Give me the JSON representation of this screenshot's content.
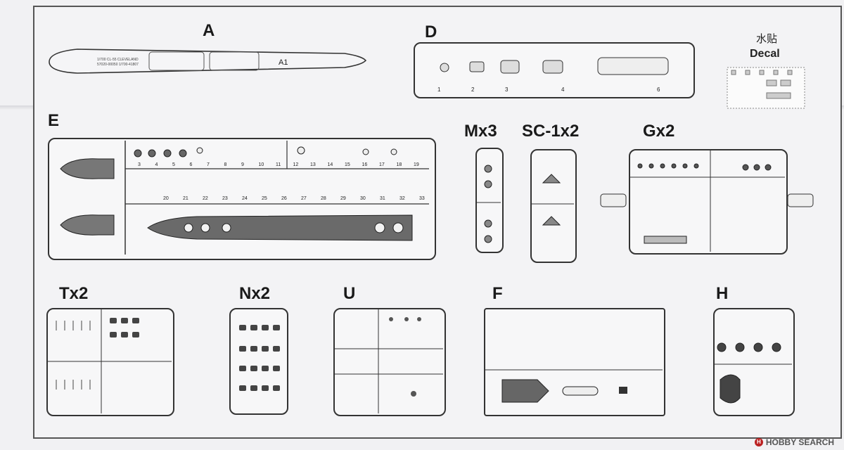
{
  "sprue_labels": {
    "a": "A",
    "d": "D",
    "e": "E",
    "m": "Mx3",
    "sc": "SC-1x2",
    "g": "Gx2",
    "t": "Tx2",
    "n": "Nx2",
    "u": "U",
    "f": "F",
    "h": "H"
  },
  "decal": {
    "cn": "水贴",
    "en": "Decal"
  },
  "hull_part": {
    "id": "A1",
    "text_1": "1/700 CL-55 CLEVELAND",
    "text_2": "57020-00050 1/700-41807"
  },
  "sprue_d_parts": [
    "1",
    "2",
    "3",
    "4",
    "6"
  ],
  "sprue_e_parts_top": [
    "3",
    "4",
    "5",
    "6",
    "7",
    "8",
    "9",
    "10",
    "11",
    "12",
    "13",
    "14",
    "15",
    "16",
    "17",
    "18",
    "19"
  ],
  "sprue_e_parts_mid": [
    "20",
    "21",
    "22",
    "23",
    "24",
    "25",
    "26",
    "27",
    "28",
    "29",
    "30",
    "31",
    "32",
    "33"
  ],
  "watermark": "HOBBY SEARCH"
}
